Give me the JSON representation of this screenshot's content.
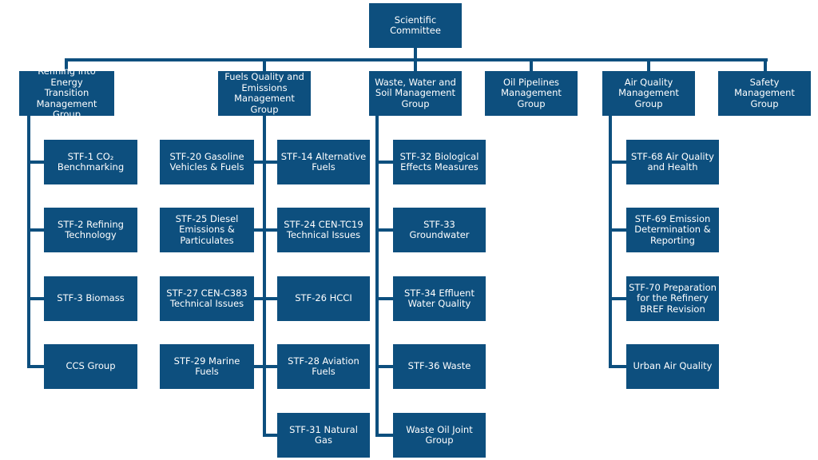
{
  "root": {
    "label": "Scientific\nCommittee"
  },
  "groups": [
    {
      "label": "Refining into Energy\nTransition\nManagement Group",
      "children": [
        "STF-1 CO₂\nBenchmarking",
        "STF-2 Refining\nTechnology",
        "STF-3 Biomass",
        "CCS Group"
      ]
    },
    {
      "label": "Fuels Quality and\nEmissions\nManagement Group",
      "left_children": [
        "STF-20 Gasoline\nVehicles & Fuels",
        "STF-25 Diesel\nEmissions &\nParticulates",
        "STF-27 CEN-C383\nTechnical Issues",
        "STF-29 Marine Fuels"
      ],
      "right_children": [
        "STF-14 Alternative\nFuels",
        "STF-24 CEN-TC19\nTechnical Issues",
        "STF-26 HCCI",
        "STF-28 Aviation\nFuels",
        "STF-31 Natural Gas"
      ]
    },
    {
      "label": "Waste, Water and\nSoil Management\nGroup",
      "children": [
        "STF-32 Biological\nEffects Measures",
        "STF-33 Groundwater",
        "STF-34 Effluent\nWater Quality",
        "STF-36 Waste",
        "Waste Oil Joint\nGroup"
      ]
    },
    {
      "label": "Oil Pipelines\nManagement Group",
      "children": []
    },
    {
      "label": "Air Quality\nManagement Group",
      "children": [
        "STF-68 Air Quality\nand Health",
        "STF-69 Emission\nDetermination &\nReporting",
        "STF-70 Preparation\nfor the Refinery\nBREF Revision",
        "Urban Air Quality"
      ]
    },
    {
      "label": "Safety Management\nGroup",
      "children": []
    }
  ]
}
